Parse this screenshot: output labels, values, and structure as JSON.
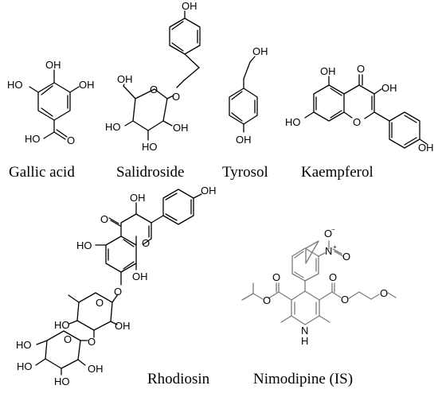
{
  "labels": {
    "gallic_acid": "Gallic acid",
    "salidroside": "Salidroside",
    "tyrosol": "Tyrosol",
    "kaempferol": "Kaempferol",
    "rhodiosin": "Rhodiosin",
    "nimodipine": "Nimodipine (IS)"
  },
  "atoms": {
    "oh": "OH",
    "ho": "HO",
    "o": "O",
    "n": "N",
    "h": "H",
    "plus": "+",
    "minus": "−"
  }
}
